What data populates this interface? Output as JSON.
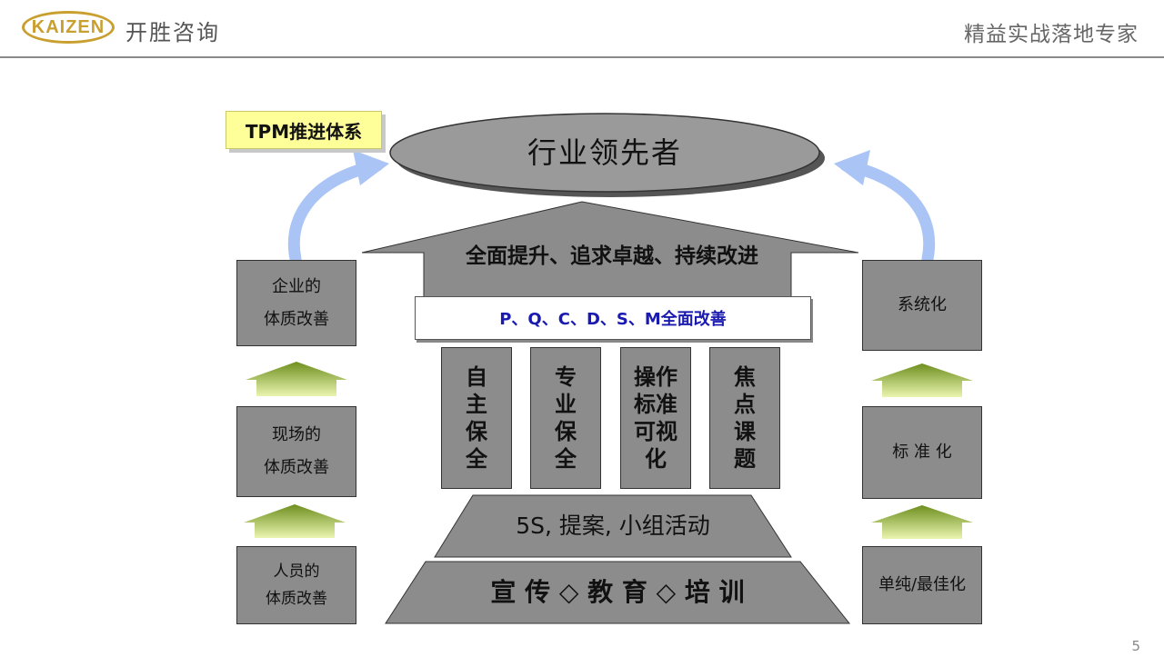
{
  "header": {
    "logo_text": "KAIZEN",
    "company": "开胜咨询",
    "slogan": "精益实战落地专家"
  },
  "page_number": "5",
  "diagram": {
    "tag": "TPM推进体系",
    "top_goal": "行业领先者",
    "roof": "全面提升、追求卓越、持续改进",
    "banner": "P、Q、C、D、S、M全面改善",
    "pillars": [
      "自\n主\n保\n全",
      "专\n业\n保\n全",
      "操作\n标准\n可视\n化",
      "焦\n点\n课\n题"
    ],
    "base_upper": "5S, 提案, 小组活动",
    "base_lower": "宣 传 ◇ 教 育 ◇ 培 训",
    "left_steps": [
      "企业的\n体质改善",
      "现场的\n体质改善",
      "人员的\n体质改善"
    ],
    "right_steps": [
      "系统化",
      "标 准 化",
      "单纯/最佳化"
    ],
    "colors": {
      "box_fill": "#8c8c8c",
      "arc_arrow": "#a9c4f5",
      "up_arrow_top": "#6e8f1e",
      "up_arrow_bottom": "#eaf5b0",
      "tag_fill": "#ffff99",
      "banner_text": "#1a1ab0"
    }
  }
}
